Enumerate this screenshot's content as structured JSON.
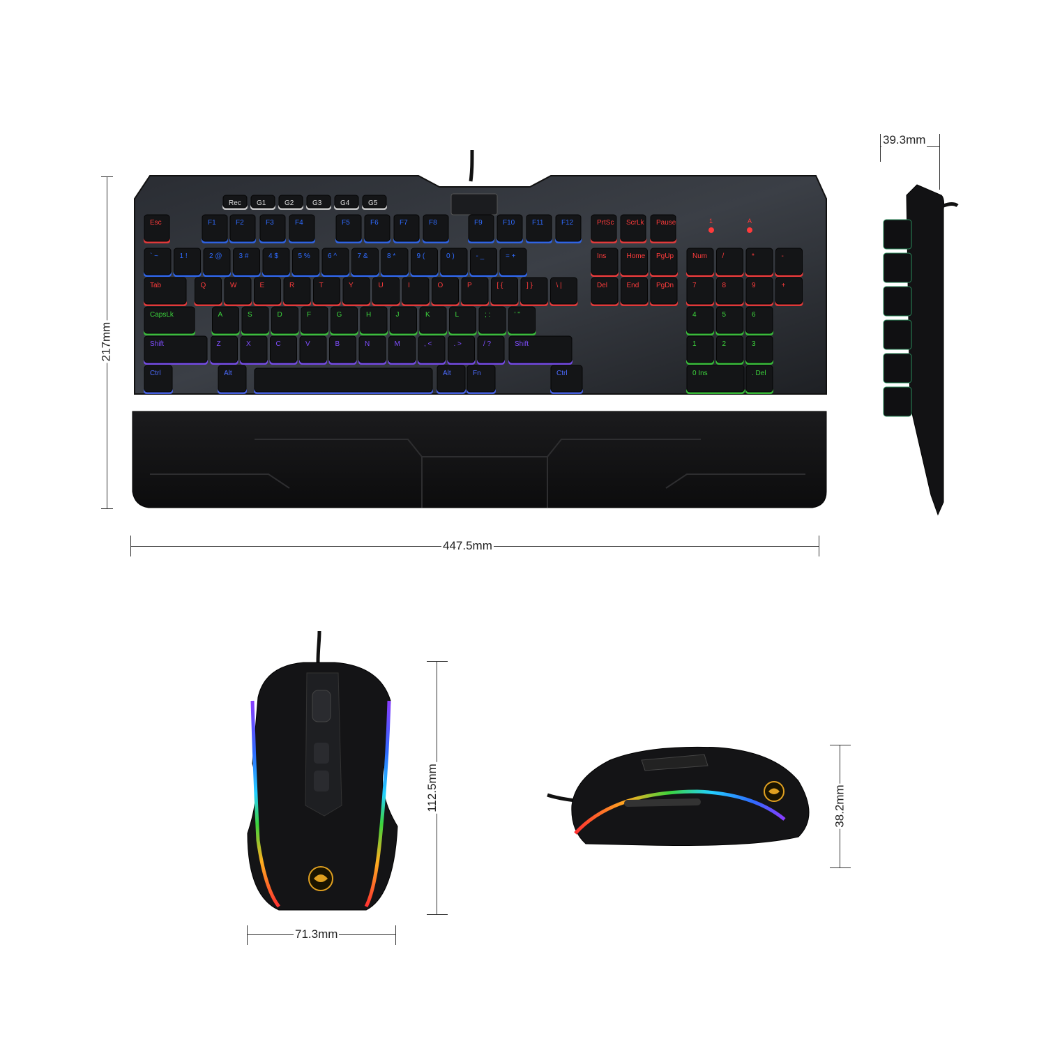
{
  "dimensions": {
    "keyboard_width": "447.5mm",
    "keyboard_depth": "217mm",
    "keyboard_height": "39.3mm",
    "mouse_length": "112.5mm",
    "mouse_width": "71.3mm",
    "mouse_height": "38.2mm"
  },
  "keyboard": {
    "macro_keys": [
      "Rec",
      "G1",
      "G2",
      "G3",
      "G4",
      "G5"
    ],
    "function_row": [
      "Esc",
      "F1",
      "F2",
      "F3",
      "F4",
      "F5",
      "F6",
      "F7",
      "F8",
      "F9",
      "F10",
      "F11",
      "F12",
      "PrtSc",
      "ScrLk",
      "Pause"
    ],
    "number_row": [
      "` ~",
      "1 !",
      "2 @",
      "3 #",
      "4 $",
      "5 %",
      "6 ^",
      "7 &",
      "8 *",
      "9 (",
      "0 )",
      "- _",
      "= +"
    ],
    "qwerty_row": [
      "Tab",
      "Q",
      "W",
      "E",
      "R",
      "T",
      "Y",
      "U",
      "I",
      "O",
      "P",
      "[ {",
      "] }",
      "\\ |"
    ],
    "home_row": [
      "CapsLk",
      "A",
      "S",
      "D",
      "F",
      "G",
      "H",
      "J",
      "K",
      "L",
      "; :",
      "' \""
    ],
    "shift_row": [
      "Shift",
      "Z",
      "X",
      "C",
      "V",
      "B",
      "N",
      "M",
      ", <",
      ". >",
      "/ ?",
      "Shift"
    ],
    "bottom_row": [
      "Ctrl",
      "Alt",
      "Alt",
      "Fn",
      "Ctrl"
    ],
    "nav_cluster": [
      "Ins",
      "Home",
      "PgUp",
      "Del",
      "End",
      "PgDn"
    ],
    "numpad": [
      "Num",
      "/",
      "*",
      "-",
      "7",
      "8",
      "9",
      "+",
      "4",
      "5",
      "6",
      "1",
      "2",
      "3",
      "0 Ins",
      ". Del"
    ],
    "indicators": [
      "1",
      "A"
    ],
    "key_glow_colors": [
      "#ff3b3b",
      "#2f6bff",
      "#2f6bff",
      "#3cd43c",
      "#7f4dff",
      "#4c6bff"
    ]
  },
  "icons": [
    "keyboard-front-view",
    "keyboard-side-view",
    "mouse-top-view",
    "mouse-side-view",
    "redragon-logo-icon"
  ]
}
